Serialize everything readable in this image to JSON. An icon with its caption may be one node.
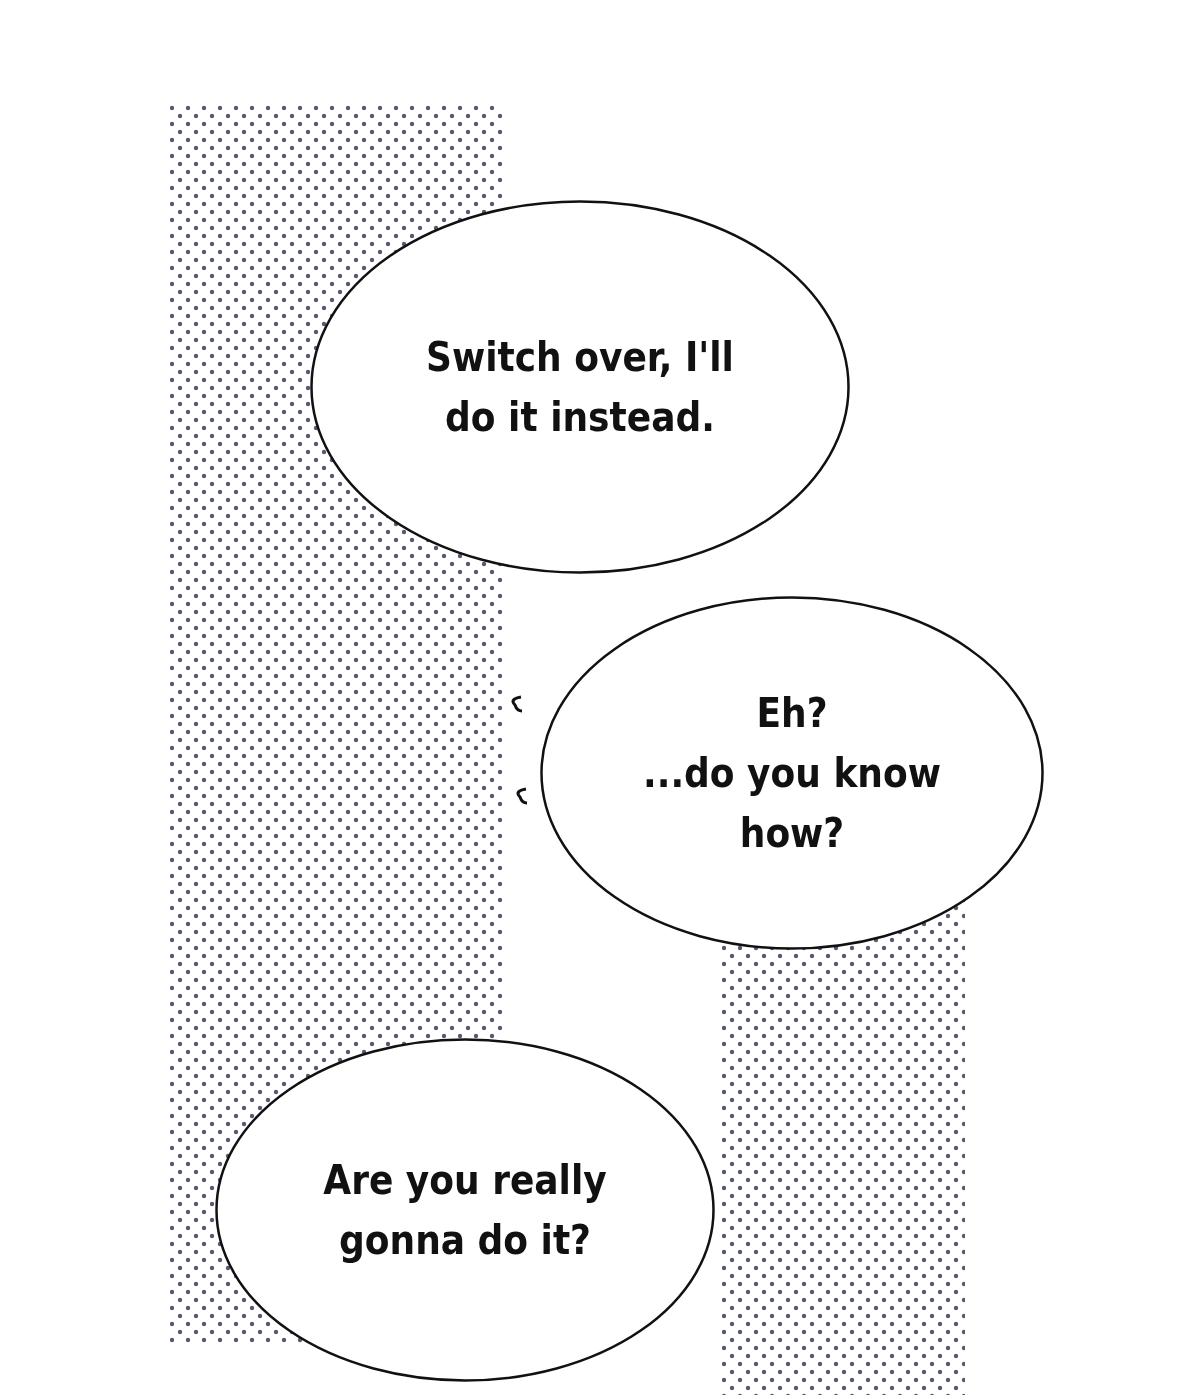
{
  "diagram": {
    "nodes": [
      {
        "text": [
          "Switch over, I'll do it instead."
        ]
      },
      {
        "text": [
          "Eh?",
          "...do you know how?"
        ]
      },
      {
        "text": [
          "Are you really gonna do it?"
        ]
      }
    ]
  }
}
